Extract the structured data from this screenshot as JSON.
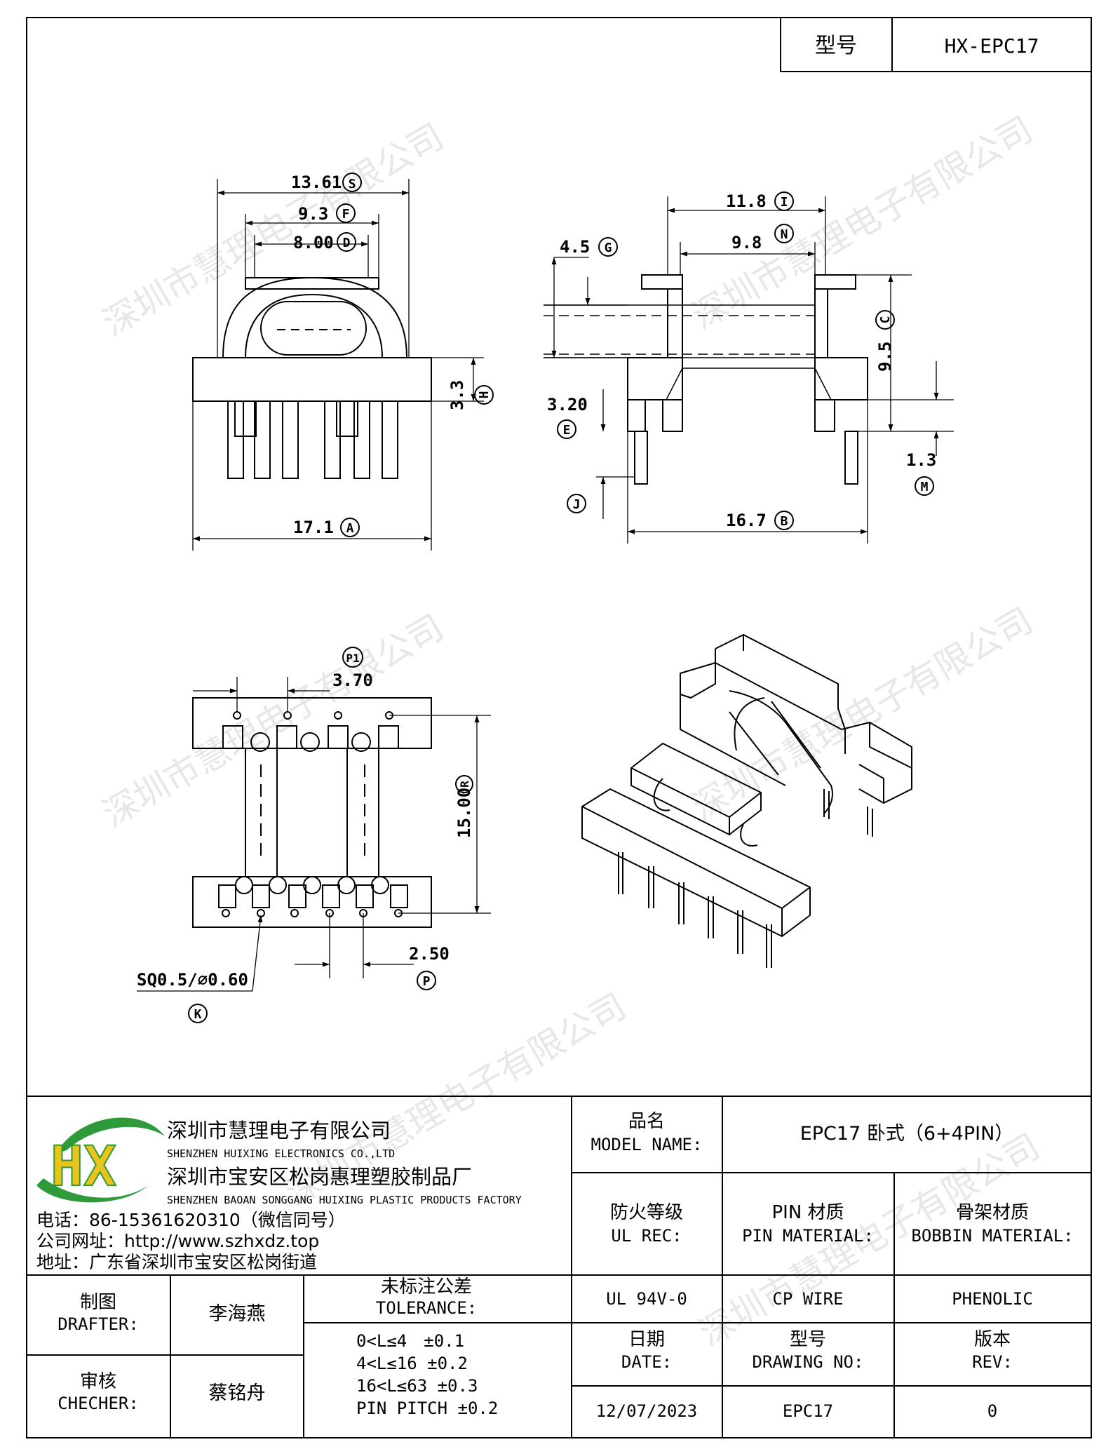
{
  "header": {
    "model_label": "型号",
    "model_value": "HX-EPC17"
  },
  "watermark": "深圳市慧理电子有限公司",
  "dims": {
    "S": "13.61",
    "F": "9.3",
    "D": "8.00",
    "A": "17.1",
    "H": "3.3",
    "I": "11.8",
    "N": "9.8",
    "G": "4.5",
    "C": "9.5",
    "E": "3.20",
    "M": "1.3",
    "B": "16.7",
    "P1": "3.70",
    "R": "15.00",
    "P": "2.50",
    "K": "SQ0.5/⌀0.60"
  },
  "callouts": {
    "S": "S",
    "F": "F",
    "D": "D",
    "A": "A",
    "H": "H",
    "I": "I",
    "N": "N",
    "G": "G",
    "C": "C",
    "E": "E",
    "J": "J",
    "M": "M",
    "B": "B",
    "P1": "P1",
    "R": "R",
    "P": "P",
    "K": "K"
  },
  "company": {
    "logo": "HX",
    "name_cn": "深圳市慧理电子有限公司",
    "name_en": "SHENZHEN HUIXING ELECTRONICS CO.,LTD",
    "factory_cn": "深圳市宝安区松岗惠理塑胶制品厂",
    "factory_en": "SHENZHEN BAOAN SONGGANG HUIXING PLASTIC PRODUCTS FACTORY",
    "phone": "电话：86-15361620310（微信同号）",
    "web": "公司网址：http://www.szhxdz.top",
    "address": "地址：广东省深圳市宝安区松岗街道"
  },
  "title_block": {
    "model_name_cn": "品名",
    "model_name_en": "MODEL NAME:",
    "model_name_value": "EPC17 卧式（6+4PIN）",
    "ul_cn": "防火等级",
    "ul_en": "UL REC:",
    "pin_cn": "PIN 材质",
    "pin_en": "PIN MATERIAL:",
    "bobbin_cn": "骨架材质",
    "bobbin_en": "BOBBIN MATERIAL:",
    "ul_value": "UL 94V-0",
    "pin_value": "CP WIRE",
    "bobbin_value": "PHENOLIC",
    "drafter_cn": "制图",
    "drafter_en": "DRAFTER:",
    "drafter_name": "李海燕",
    "checker_cn": "审核",
    "checker_en": "CHECHER:",
    "checker_name": "蔡铭舟",
    "tol_cn": "未标注公差",
    "tol_en": "TOLERANCE:",
    "tol_lines": [
      "0<L≤4　±0.1",
      "4<L≤16 ±0.2",
      "16<L≤63 ±0.3",
      "PIN PITCH ±0.2"
    ],
    "date_cn": "日期",
    "date_en": "DATE:",
    "date_value": "12/07/2023",
    "dwg_cn": "型号",
    "dwg_en": "DRAWING NO:",
    "dwg_value": "EPC17",
    "rev_cn": "版本",
    "rev_en": "REV:",
    "rev_value": "0"
  }
}
